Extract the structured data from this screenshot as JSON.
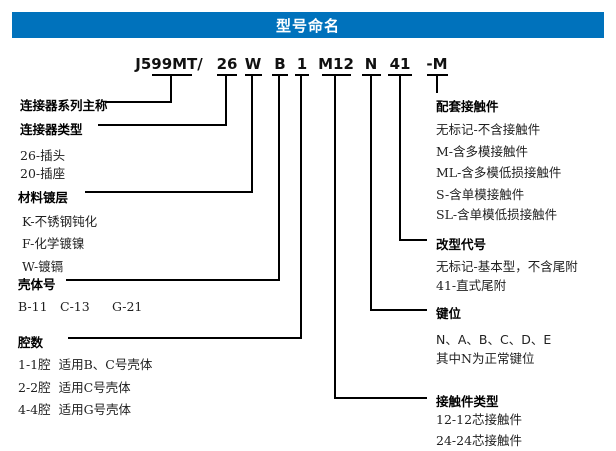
{
  "header": {
    "title": "型号命名"
  },
  "colors": {
    "accent": "#0072bc",
    "line": "#000000",
    "text": "#1a1a1a"
  },
  "model_code": {
    "segments": [
      "J599MT/",
      "26",
      "W",
      "B",
      "1",
      "M12",
      "N",
      "41",
      "-M"
    ]
  },
  "left": {
    "series": {
      "title": "连接器系列主称"
    },
    "connector_type": {
      "title": "连接器类型",
      "items": [
        "26-插头",
        "20-插座"
      ]
    },
    "plating": {
      "title": "材料镀层",
      "items": [
        "K-不锈钢钝化",
        "F-化学镀镍",
        "W-镀镉"
      ]
    },
    "shell": {
      "title": "壳体号",
      "items": [
        "B-11",
        "C-13",
        "G-21"
      ]
    },
    "cavity": {
      "title": "腔数",
      "items": [
        "1-1腔  适用B、C号壳体",
        "2-2腔  适用C号壳体",
        "4-4腔  适用G号壳体"
      ]
    }
  },
  "right": {
    "mating_contacts": {
      "title": "配套接触件",
      "items": [
        "无标记-不含接触件",
        "M-含多模接触件",
        "ML-含多模低损接触件",
        "S-含单模接触件",
        "SL-含单模低损接触件"
      ]
    },
    "variant": {
      "title": "改型代号",
      "items": [
        "无标记-基本型，不含尾附",
        "41-直式尾附"
      ]
    },
    "key_position": {
      "title": "键位",
      "items": [
        "N、A、B、C、D、E",
        "其中N为正常键位"
      ]
    },
    "contact_type": {
      "title": "接触件类型",
      "items": [
        "12-12芯接触件",
        "24-24芯接触件"
      ]
    }
  }
}
